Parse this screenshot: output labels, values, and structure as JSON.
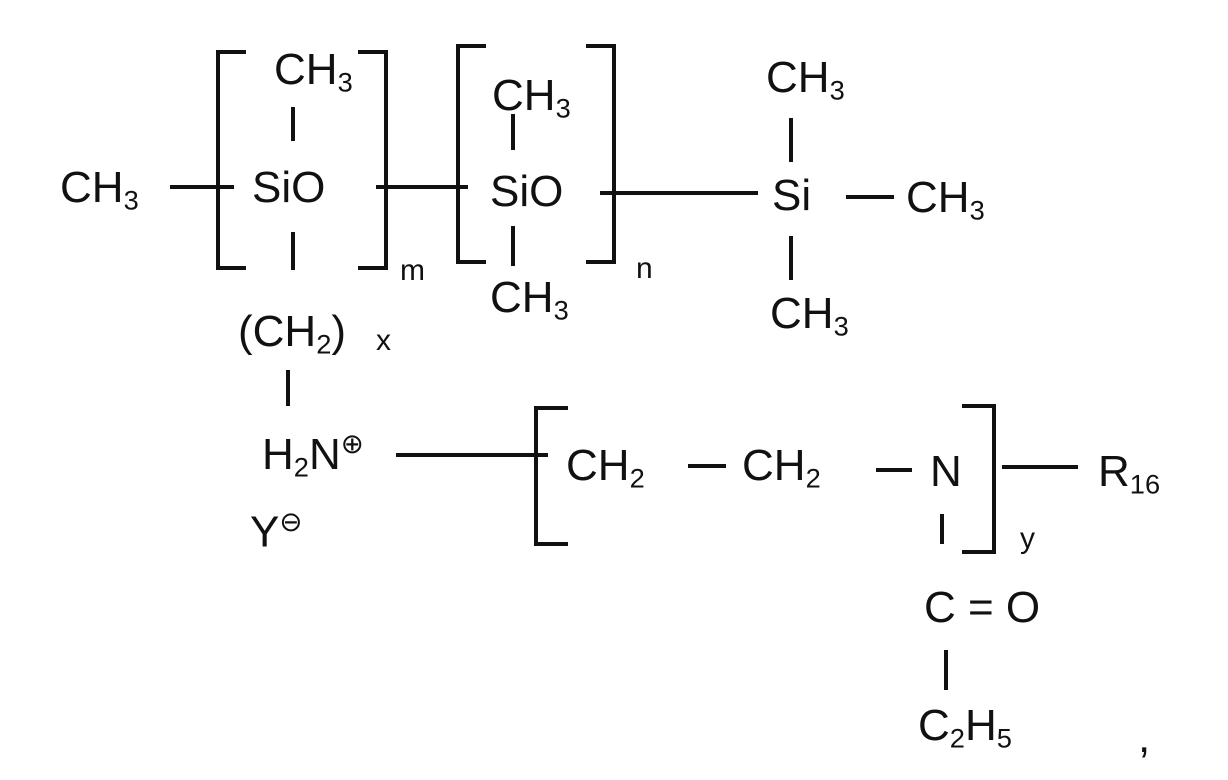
{
  "formula": {
    "terminal_left_methyl": "CH3",
    "unit_m": {
      "top_group": "CH3",
      "center_group": "SiO",
      "repeat_index": "m"
    },
    "unit_n": {
      "top_group": "CH3",
      "center_group": "SiO",
      "bottom_group": "CH3",
      "repeat_index": "n"
    },
    "trimethylsilyl": {
      "top_group": "CH3",
      "center_atom": "Si",
      "right_group": "CH3",
      "bottom_group": "CH3"
    },
    "side_chain": {
      "methylene_group": "(CH2)",
      "methylene_index": "x",
      "ammonium_group": "H2N",
      "ammonium_charge": "⊕",
      "counter_ion": "Y",
      "counter_ion_charge": "⊖"
    },
    "polyamine_unit": {
      "first_methylene": "CH2",
      "second_methylene": "CH2",
      "nitrogen": "N",
      "repeat_index": "y",
      "acyl_carbonyl": "C = O",
      "acyl_ethyl": "C2H5"
    },
    "end_group": "R16",
    "trailing_punctuation": ","
  }
}
